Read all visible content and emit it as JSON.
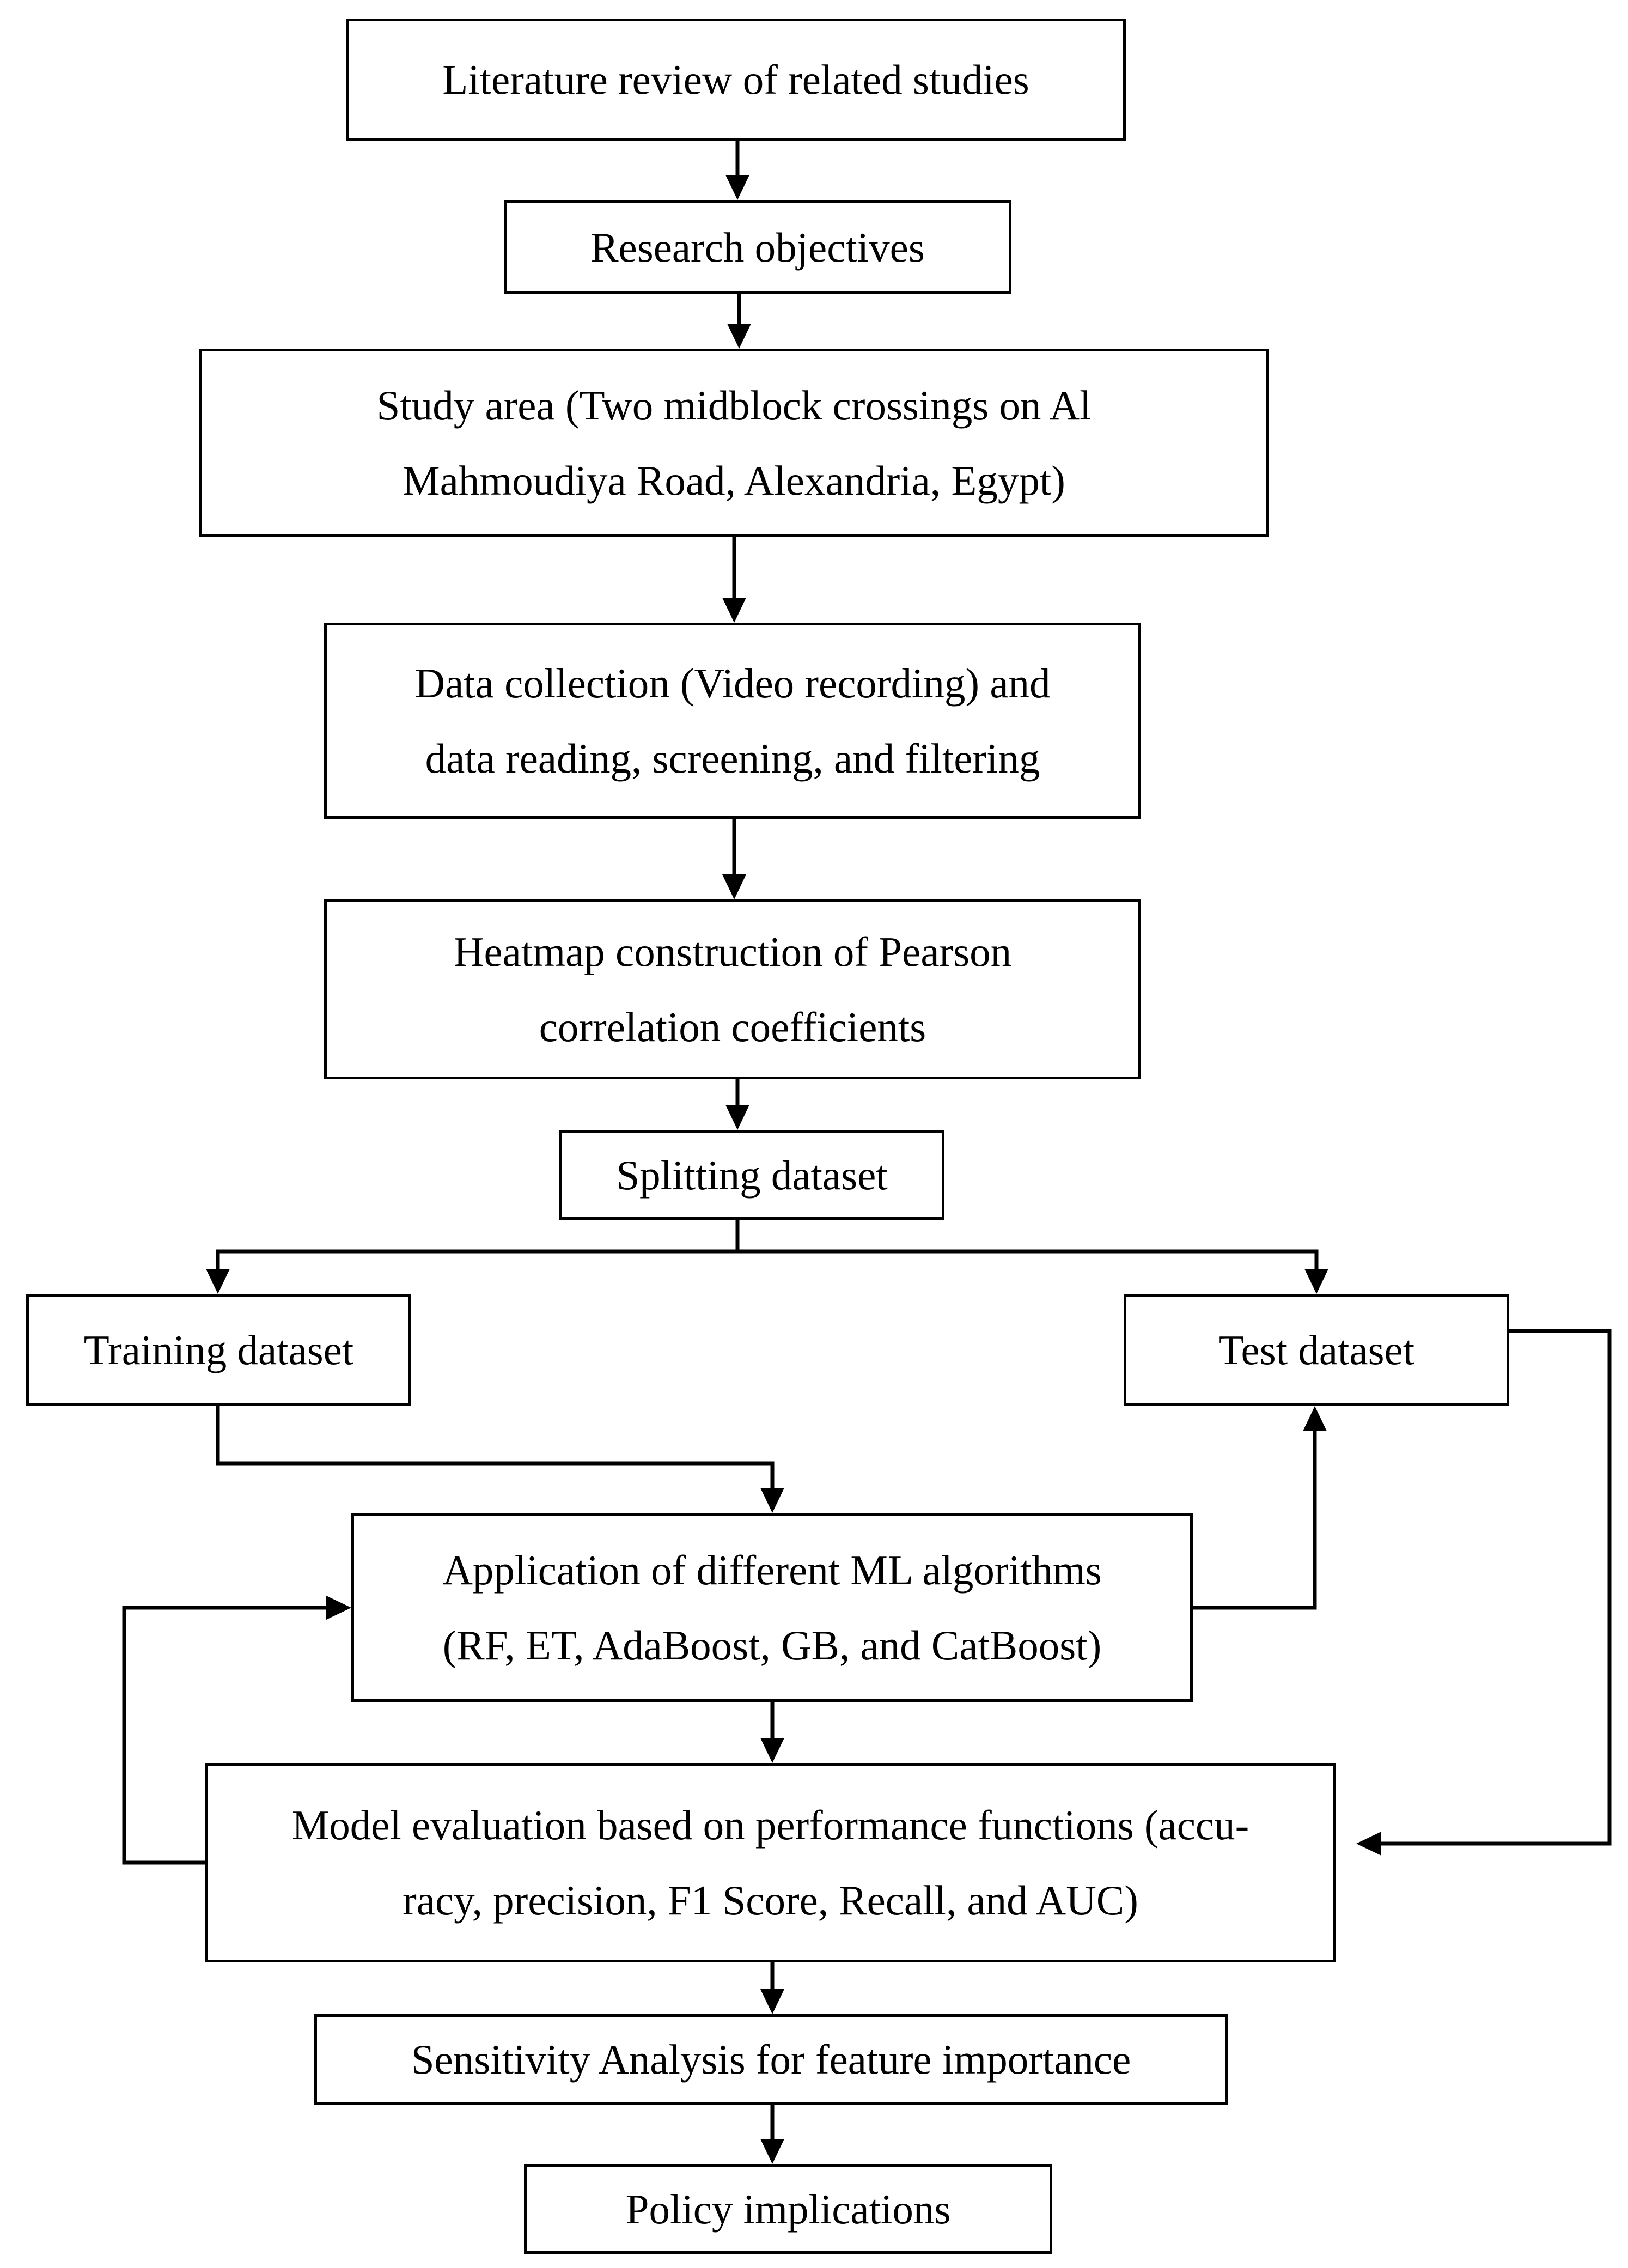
{
  "nodes": {
    "literature": {
      "lines": [
        "Literature review of related studies"
      ]
    },
    "objectives": {
      "lines": [
        "Research objectives"
      ]
    },
    "study_area": {
      "lines": [
        "Study area (Two midblock crossings on Al",
        "Mahmoudiya Road, Alexandria, Egypt)"
      ]
    },
    "data_collection": {
      "lines": [
        "Data collection (Video recording) and",
        "data reading, screening, and filtering"
      ]
    },
    "heatmap": {
      "lines": [
        "Heatmap construction of Pearson",
        "correlation coefficients"
      ]
    },
    "splitting": {
      "lines": [
        "Splitting dataset"
      ]
    },
    "training": {
      "lines": [
        "Training dataset"
      ]
    },
    "test": {
      "lines": [
        "Test dataset"
      ]
    },
    "ml_algorithms": {
      "lines": [
        "Application of different ML algorithms",
        "(RF, ET, AdaBoost, GB, and CatBoost)"
      ]
    },
    "evaluation": {
      "lines": [
        "Model evaluation based on performance functions (accu-",
        "racy, precision, F1 Score, Recall, and AUC)"
      ]
    },
    "sensitivity": {
      "lines": [
        "Sensitivity Analysis for feature importance"
      ]
    },
    "policy": {
      "lines": [
        "Policy implications"
      ]
    }
  },
  "edges": [
    {
      "from": "literature",
      "to": "objectives"
    },
    {
      "from": "objectives",
      "to": "study_area"
    },
    {
      "from": "study_area",
      "to": "data_collection"
    },
    {
      "from": "data_collection",
      "to": "heatmap"
    },
    {
      "from": "heatmap",
      "to": "splitting"
    },
    {
      "from": "splitting",
      "to": "training"
    },
    {
      "from": "splitting",
      "to": "test"
    },
    {
      "from": "training",
      "to": "ml_algorithms"
    },
    {
      "from": "ml_algorithms",
      "to": "test"
    },
    {
      "from": "test",
      "to": "evaluation"
    },
    {
      "from": "ml_algorithms",
      "to": "evaluation"
    },
    {
      "from": "evaluation",
      "to": "ml_algorithms"
    },
    {
      "from": "evaluation",
      "to": "sensitivity"
    },
    {
      "from": "sensitivity",
      "to": "policy"
    }
  ]
}
